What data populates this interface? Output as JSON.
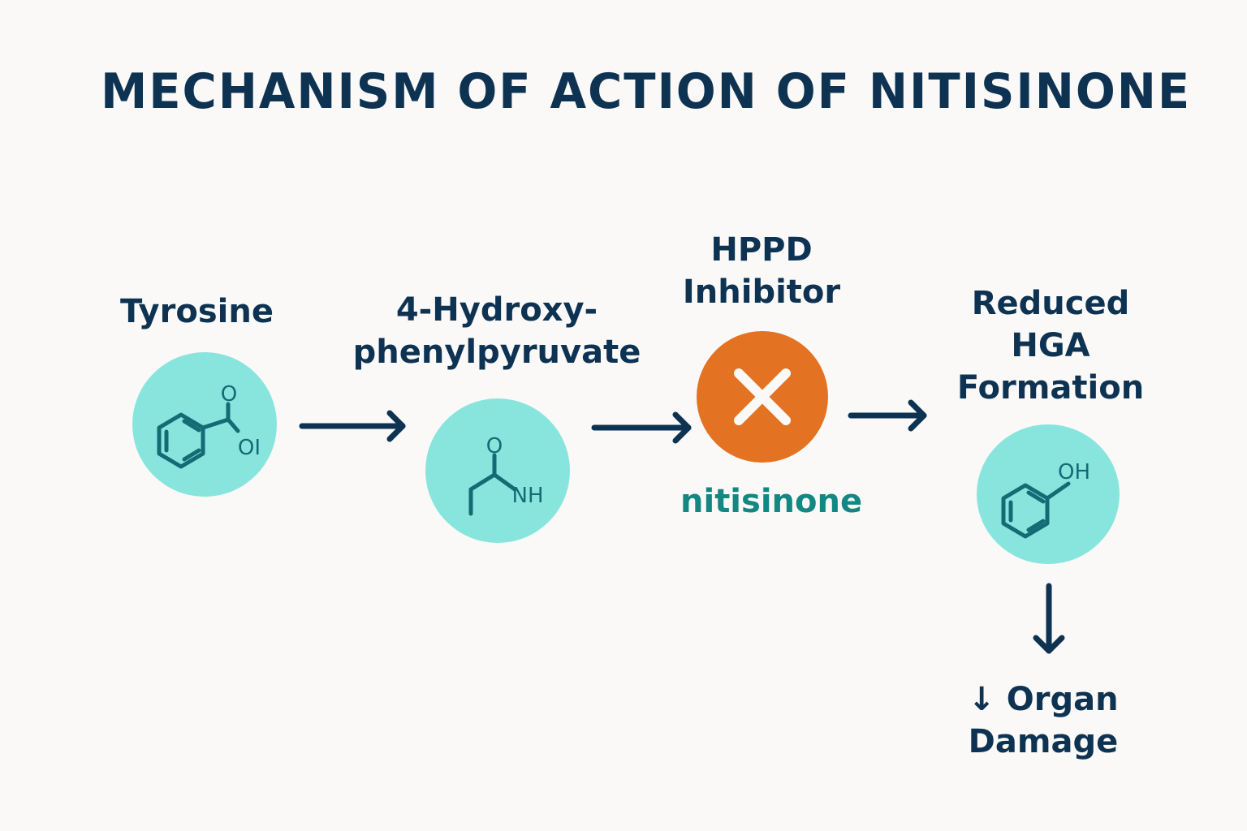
{
  "title": "MECHANISM OF ACTION OF NITISINONE",
  "steps": [
    {
      "label": "Tyrosine",
      "icon": "benzene-carbonyl-structure-icon",
      "atom_labels": [
        "O",
        "OI"
      ]
    },
    {
      "label_line1": "4-Hydroxy-",
      "label_line2": "phenylpyruvate",
      "icon": "carbonyl-amine-structure-icon",
      "atom_labels": [
        "O",
        "NH"
      ]
    },
    {
      "label_line1": "HPPD",
      "label_line2": "Inhibitor",
      "icon": "x-mark-icon",
      "drug": "nitisinone"
    },
    {
      "label_line1": "Reduced",
      "label_line2": "HGA",
      "label_line3": "Formation",
      "icon": "phenol-structure-icon",
      "atom_labels": [
        "OH"
      ]
    }
  ],
  "outcome": {
    "line1": "↓ Organ",
    "line2": "Damage"
  },
  "colors": {
    "background": "#faf9f7",
    "text": "#0e3352",
    "circle": "#88e5dd",
    "structure": "#136b74",
    "inhibitor": "#e37322",
    "drug_text": "#138782"
  }
}
